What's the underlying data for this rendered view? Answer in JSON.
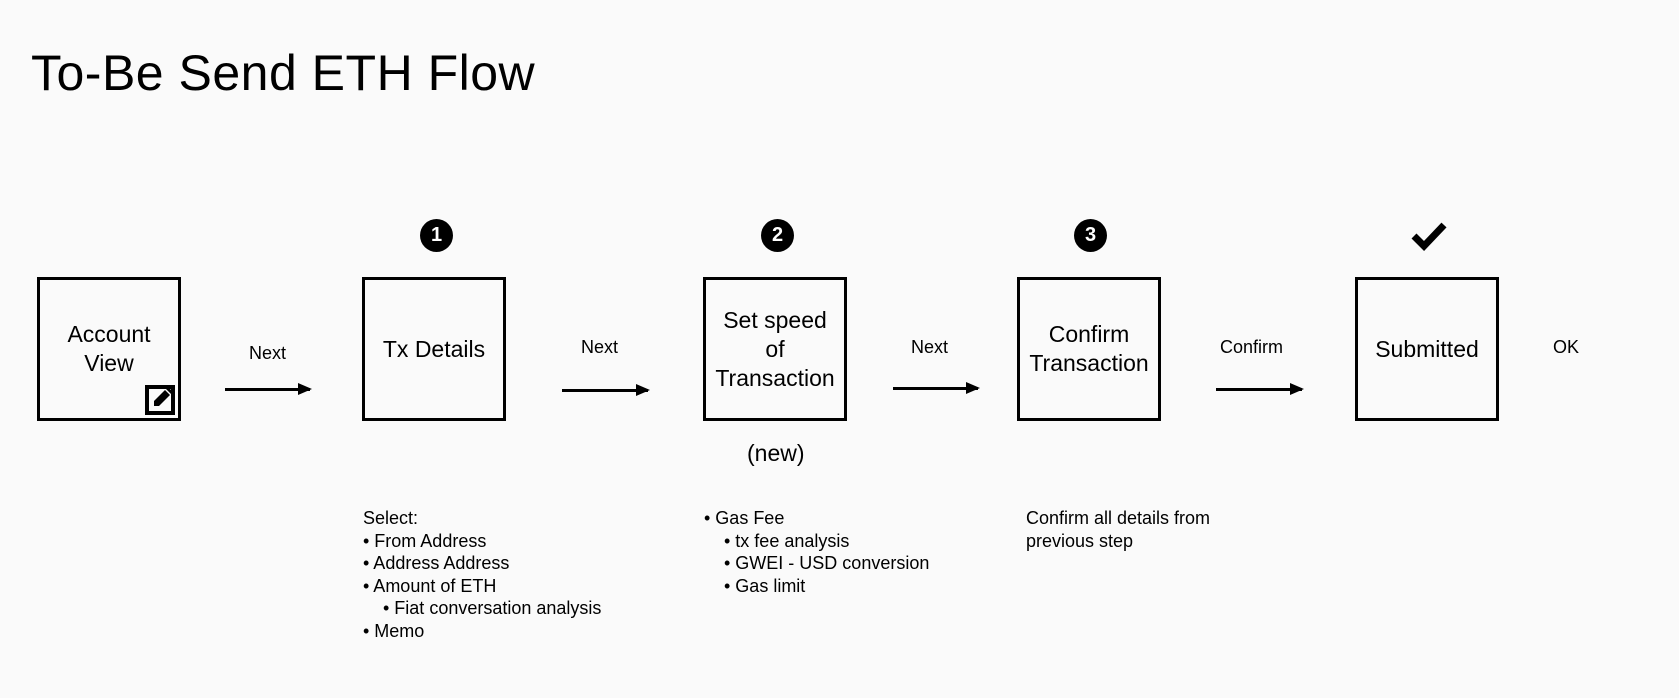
{
  "title": "To-Be Send ETH Flow",
  "steps": [
    {
      "label": "Account\nView",
      "badge": "",
      "icon": "edit-icon"
    },
    {
      "label": "Tx Details",
      "badge": "1"
    },
    {
      "label": "Set speed\nof\nTransaction",
      "badge": "2",
      "sublabel": "(new)"
    },
    {
      "label": "Confirm\nTransaction",
      "badge": "3"
    },
    {
      "label": "Submitted",
      "badge": "",
      "icon": "checkmark-icon"
    }
  ],
  "edges": [
    "Next",
    "Next",
    "Next",
    "Confirm"
  ],
  "final_label": "OK",
  "notes": {
    "tx_details": [
      "Select:",
      "• From Address",
      "• Address Address",
      "• Amount of ETH",
      "    • Fiat conversation analysis",
      "• Memo"
    ],
    "set_speed": [
      "• Gas Fee",
      "    • tx fee analysis",
      "    • GWEI - USD conversion",
      "    • Gas limit"
    ],
    "confirm": [
      "Confirm all details from",
      "previous step"
    ]
  }
}
